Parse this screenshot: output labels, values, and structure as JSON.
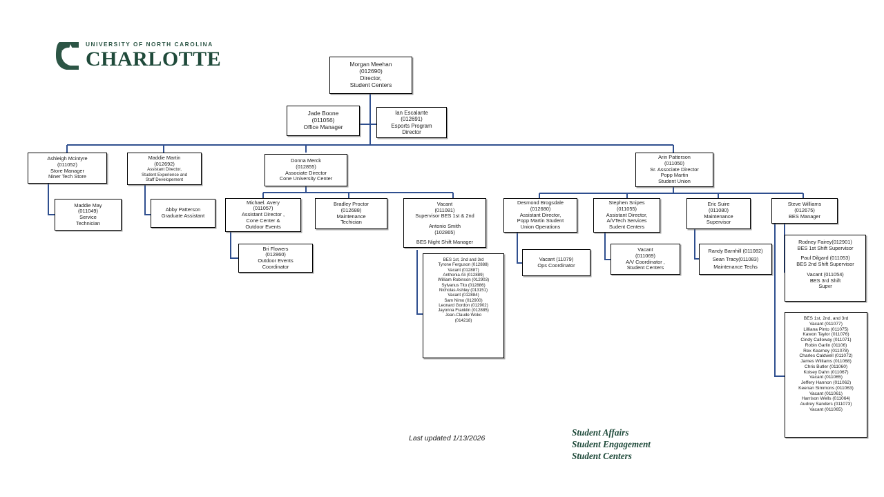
{
  "logo": {
    "university_line": "UNIVERSITY OF NORTH CAROLINA",
    "wordmark": "CHARLOTTE",
    "brand_color": "#1f4a3a"
  },
  "footer": {
    "last_updated": "Last updated 1/13/2026",
    "brand_line1": "Student Affairs",
    "brand_line2": "Student Engagement",
    "brand_line3": "Student Centers"
  },
  "theme": {
    "connector_color": "#2f4f8f",
    "box_border": "#000000",
    "text_color": "#1a1a1a"
  },
  "nodes": {
    "morgan_meehan": {
      "name": "Morgan Meehan",
      "id": "(012690)",
      "title1": "Director,",
      "title2": "Student Centers"
    },
    "jade_boone": {
      "name": "Jade Boone",
      "id": "(011056)",
      "title1": "Office Manager"
    },
    "ian_escalante": {
      "name": "Ian Escalante",
      "id": "(012691)",
      "title1": "Esports Program",
      "title2": "Director"
    },
    "ashleigh_mcintyre": {
      "name": "Ashleigh Mcintyre",
      "id": "(011052)",
      "title1": "Store Manager",
      "title2": "Niner Tech Store"
    },
    "maddie_may": {
      "name": "Maddie May",
      "id": "(011049)",
      "title1": "Service",
      "title2": "Technician"
    },
    "maddie_martin": {
      "name": "Maddie Martin",
      "id": "(012692)",
      "title1": "Assistant Director,",
      "title2": "Student Experience and",
      "title3": "Staff Developement"
    },
    "abby_patterson": {
      "name": "Abby Patterson",
      "title1": "Graduate Assistant"
    },
    "donna_merck": {
      "name": "Donna Merck",
      "id": "(012855)",
      "title1": "Associate Director",
      "title2": "Cone University Center"
    },
    "michael_avery": {
      "name": "Michael. Avery",
      "id": "(011057)",
      "title1": "Assistant Director ,",
      "title2": "Cone Center &",
      "title3": "Outdoor Events"
    },
    "bri_flowers": {
      "name": "Bri Flowers",
      "id": "(012860)",
      "title1": "Outdoor Events",
      "title2": "Coordinator"
    },
    "bradley_proctor": {
      "name": "Bradley Proctor",
      "id": "(012688)",
      "title1": "Maintenance",
      "title2": "Techician"
    },
    "vacant_bes_supervisor": {
      "name": "Vacant",
      "id": "(011081)",
      "title1": "Supervisor BES 1st & 2nd",
      "name2": "Antonio Smith",
      "id2": "(102865)",
      "title2": "BES Night Shift Manager"
    },
    "bes_staff_cone": {
      "heading": "BES 1st, 2nd and 3rd",
      "members": [
        "Tyrone Ferguson (012888)",
        "Vacant (012887)",
        "Anthonia Ali (012889)",
        "William Robinson (012903)",
        "Sylvanus Tito (012886)",
        "Nicholas Ashley (013151)",
        "Vacant (012884)",
        "Sam Nimo (012900)",
        "Leonard Gordon (012902)",
        "Jayonna Franklin (012885)",
        "Jean-Claude Woko",
        "(014218)"
      ]
    },
    "arin_patterson": {
      "name": "Arin Patterson",
      "id": "(011050)",
      "title1": "Sr. Associate Director",
      "title2": "Popp Martin",
      "title3": "Student Union"
    },
    "desmond_brogsdale": {
      "name": "Desmond Brogsdale",
      "id": "(012680)",
      "title1": "Assistant Director,",
      "title2": "Popp Martin Student",
      "title3": "Union Operations"
    },
    "vacant_ops_coordinator": {
      "name": "Vacant (11079)",
      "title1": "Ops Coordinator"
    },
    "stephen_snipes": {
      "name": "Stephen Snipes",
      "id": "(011055)",
      "title1": "Assistant Director,",
      "title2": "A/VTech Services",
      "title3": "Sudent Centers"
    },
    "vacant_av_coordinator": {
      "name": "Vacant",
      "id": "(011069)",
      "title1": "A/V Coordinator ,",
      "title2": "Student Centers"
    },
    "eric_suire": {
      "name": "Eric Suire",
      "id": "(011080)",
      "title1": "Maintenance",
      "title2": "Supervisor"
    },
    "maintenance_techs": {
      "line1": "Randy Barnhill (011082)",
      "line2": "Sean Tracy(011083)",
      "line3": "Maintenance Techs"
    },
    "steve_williams": {
      "name": "Steve Williams",
      "id": "(012675)",
      "title1": "BES Manager"
    },
    "bes_shift_supervisors": {
      "line1": "Rodney Fairey(012901)",
      "line2": "BES 1st Shift Supervisor",
      "line3": "Paul Dilgard (011053)",
      "line4": "BES 2nd Shift Supervisor",
      "line5": "Vacant (011054)",
      "line6": "BES 3rd Shift",
      "line7": "Supvr"
    },
    "bes_staff_union": {
      "heading": "BES 1st, 2nd, and 3rd",
      "members": [
        "Vacant (011077)",
        "Lilliana Pinto (011075)",
        "Kawon Taylor (011076)",
        "Cindy Calloway (011071)",
        "Robin Garlin (01106)",
        "Rex Kearney (011078)",
        "Charles Caldwell (011072)",
        "James Williams (011068)",
        "Chris Butler (011060)",
        "Koisey Dahn (011067)",
        "Vacant (011065)",
        "Jeffery Hannon (011062)",
        "Keenan Simmons (011063)",
        "Vacant (011061)",
        "Harrison Wells (011064)",
        "Audrey Sanders (011073)",
        "Vacant (011065)"
      ]
    }
  }
}
